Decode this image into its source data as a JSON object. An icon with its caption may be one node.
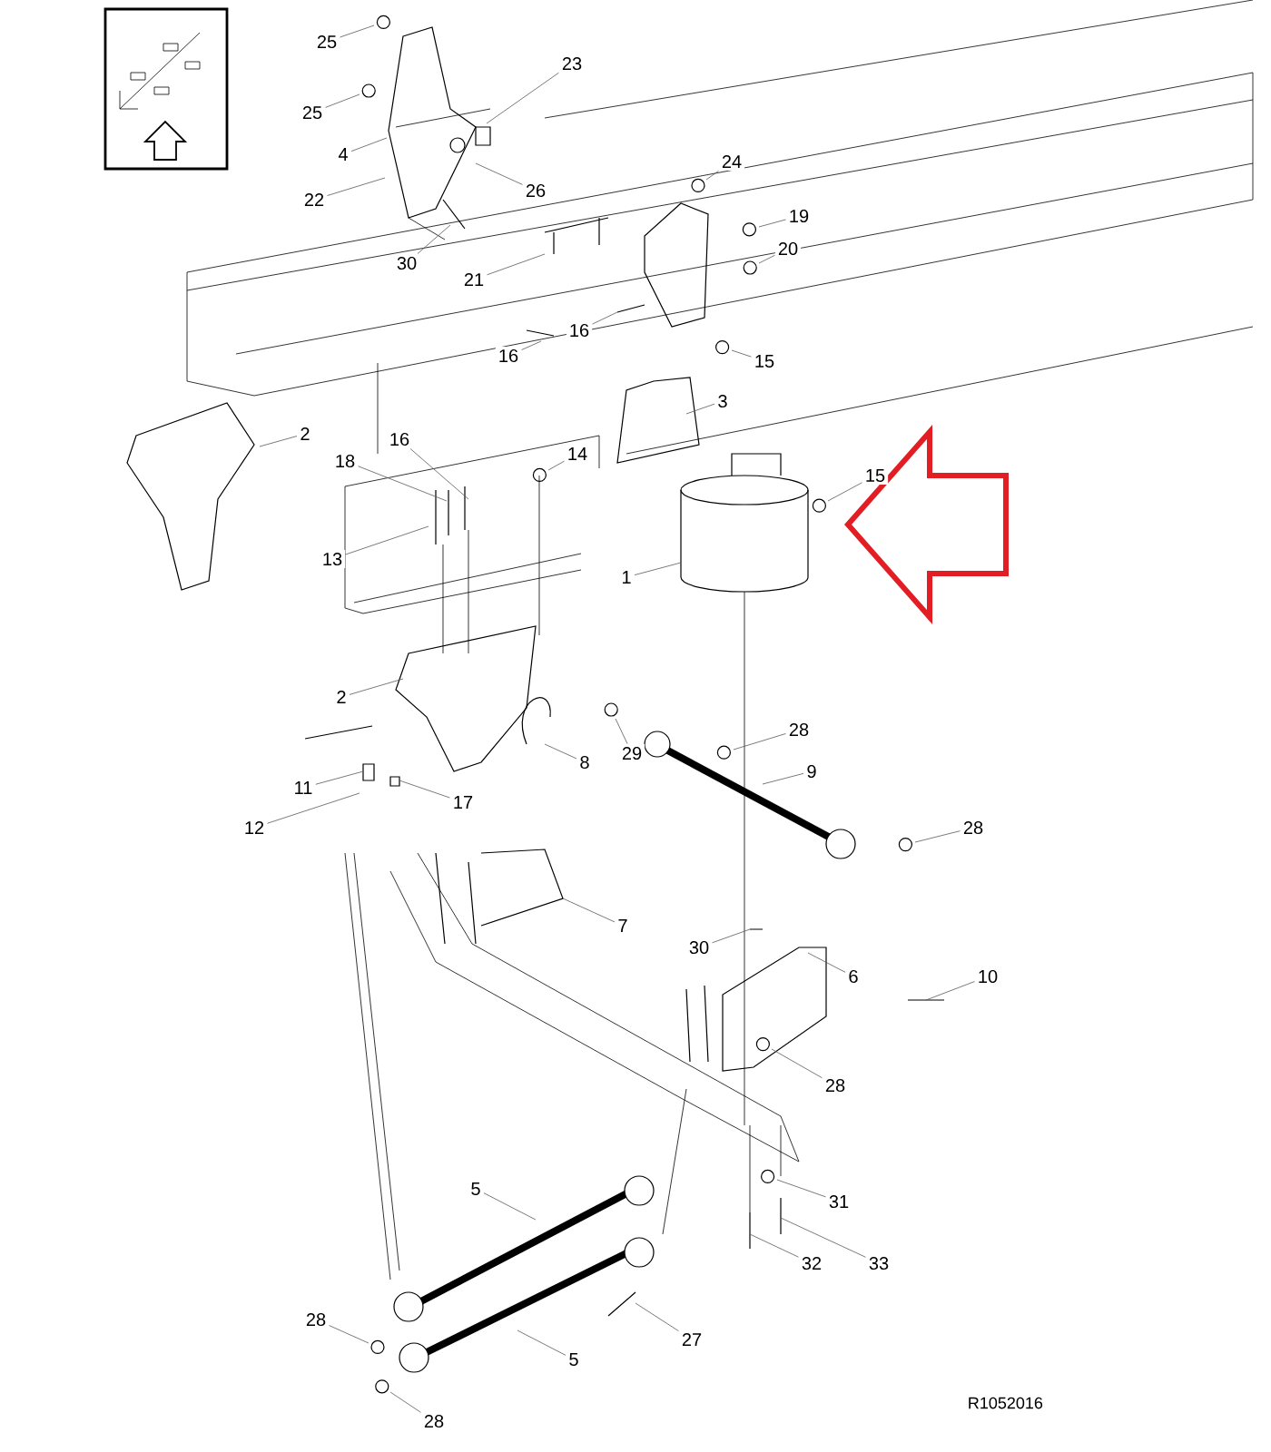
{
  "diagram": {
    "nodes": [
      {
        "text": [
          "25"
        ]
      },
      {
        "text": [
          "25"
        ]
      },
      {
        "text": [
          "4"
        ]
      },
      {
        "text": [
          "23"
        ]
      },
      {
        "text": [
          "22"
        ]
      },
      {
        "text": [
          "26"
        ]
      },
      {
        "text": [
          "30"
        ]
      },
      {
        "text": [
          "21"
        ]
      },
      {
        "text": [
          "24"
        ]
      },
      {
        "text": [
          "19"
        ]
      },
      {
        "text": [
          "20"
        ]
      },
      {
        "text": [
          "16"
        ]
      },
      {
        "text": [
          "16"
        ]
      },
      {
        "text": [
          "15"
        ]
      },
      {
        "text": [
          "3"
        ]
      },
      {
        "text": [
          "2"
        ]
      },
      {
        "text": [
          "16"
        ]
      },
      {
        "text": [
          "18"
        ]
      },
      {
        "text": [
          "14"
        ]
      },
      {
        "text": [
          "15"
        ]
      },
      {
        "text": [
          "1"
        ]
      },
      {
        "text": [
          "13"
        ]
      },
      {
        "text": [
          "2"
        ]
      },
      {
        "text": [
          "8"
        ]
      },
      {
        "text": [
          "29"
        ]
      },
      {
        "text": [
          "28"
        ]
      },
      {
        "text": [
          "9"
        ]
      },
      {
        "text": [
          "28"
        ]
      },
      {
        "text": [
          "11"
        ]
      },
      {
        "text": [
          "12"
        ]
      },
      {
        "text": [
          "17"
        ]
      },
      {
        "text": [
          "7"
        ]
      },
      {
        "text": [
          "30"
        ]
      },
      {
        "text": [
          "6"
        ]
      },
      {
        "text": [
          "10"
        ]
      },
      {
        "text": [
          "28"
        ]
      },
      {
        "text": [
          "31"
        ]
      },
      {
        "text": [
          "32"
        ]
      },
      {
        "text": [
          "33"
        ]
      },
      {
        "text": [
          "5"
        ]
      },
      {
        "text": [
          "5"
        ]
      },
      {
        "text": [
          "27"
        ]
      },
      {
        "text": [
          "28"
        ]
      },
      {
        "text": [
          "28"
        ]
      }
    ],
    "edges": [
      {
        "from": 0,
        "to": null,
        "arrow": "none"
      },
      {
        "from": 1,
        "to": null,
        "arrow": "none"
      },
      {
        "from": 2,
        "to": null,
        "arrow": "none"
      },
      {
        "from": 3,
        "to": null,
        "arrow": "none"
      },
      {
        "from": 4,
        "to": null,
        "arrow": "none"
      },
      {
        "from": 5,
        "to": null,
        "arrow": "none"
      },
      {
        "from": 6,
        "to": null,
        "arrow": "none"
      },
      {
        "from": 7,
        "to": null,
        "arrow": "none"
      },
      {
        "from": 8,
        "to": null,
        "arrow": "none"
      },
      {
        "from": 9,
        "to": null,
        "arrow": "none"
      },
      {
        "from": 10,
        "to": null,
        "arrow": "none"
      },
      {
        "from": 11,
        "to": null,
        "arrow": "none"
      },
      {
        "from": 12,
        "to": null,
        "arrow": "none"
      },
      {
        "from": 13,
        "to": null,
        "arrow": "none"
      },
      {
        "from": 14,
        "to": null,
        "arrow": "none"
      },
      {
        "from": 15,
        "to": null,
        "arrow": "none"
      },
      {
        "from": 16,
        "to": null,
        "arrow": "none"
      },
      {
        "from": 17,
        "to": null,
        "arrow": "none"
      },
      {
        "from": 18,
        "to": null,
        "arrow": "none"
      },
      {
        "from": 19,
        "to": null,
        "arrow": "none"
      },
      {
        "from": 20,
        "to": null,
        "arrow": "none"
      },
      {
        "from": 21,
        "to": null,
        "arrow": "none"
      },
      {
        "from": 22,
        "to": null,
        "arrow": "none"
      },
      {
        "from": 23,
        "to": null,
        "arrow": "none"
      },
      {
        "from": 24,
        "to": null,
        "arrow": "none"
      },
      {
        "from": 25,
        "to": null,
        "arrow": "none"
      },
      {
        "from": 26,
        "to": null,
        "arrow": "none"
      },
      {
        "from": 27,
        "to": null,
        "arrow": "none"
      },
      {
        "from": 28,
        "to": null,
        "arrow": "none"
      },
      {
        "from": 29,
        "to": null,
        "arrow": "none"
      },
      {
        "from": 30,
        "to": null,
        "arrow": "none"
      },
      {
        "from": 31,
        "to": null,
        "arrow": "none"
      },
      {
        "from": 32,
        "to": null,
        "arrow": "none"
      },
      {
        "from": 33,
        "to": null,
        "arrow": "none"
      },
      {
        "from": 34,
        "to": null,
        "arrow": "none"
      },
      {
        "from": 35,
        "to": null,
        "arrow": "none"
      },
      {
        "from": 36,
        "to": null,
        "arrow": "none"
      },
      {
        "from": 37,
        "to": null,
        "arrow": "none"
      },
      {
        "from": 38,
        "to": null,
        "arrow": "none"
      },
      {
        "from": 39,
        "to": null,
        "arrow": "none"
      },
      {
        "from": 40,
        "to": null,
        "arrow": "none"
      },
      {
        "from": 41,
        "to": null,
        "arrow": "none"
      },
      {
        "from": 42,
        "to": null,
        "arrow": "none"
      },
      {
        "from": 43,
        "to": null,
        "arrow": "none"
      }
    ],
    "labels": [
      "R1052016"
    ]
  }
}
